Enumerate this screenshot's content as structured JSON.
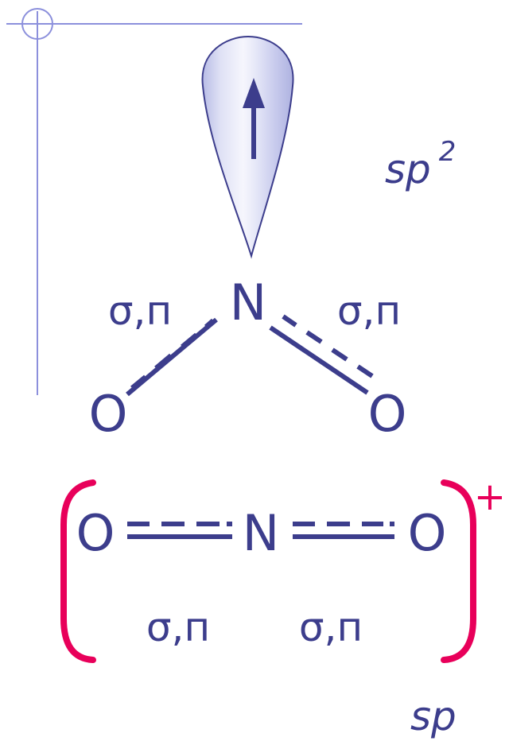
{
  "molecule_top": {
    "central_atom": "N",
    "left_atom": "O",
    "right_atom": "O",
    "left_bond_label": "σ,п",
    "right_bond_label": "σ,п",
    "hybridization": "sp",
    "hybridization_superscript": "2"
  },
  "ion_bottom": {
    "central_atom": "N",
    "left_atom": "O",
    "right_atom": "O",
    "left_bond_label": "σ,п",
    "right_bond_label": "σ,п",
    "charge": "+",
    "hybridization": "sp"
  },
  "colors": {
    "ink": "#3c3d8c",
    "bracket": "#e8005a",
    "guide_line": "#8c90dc",
    "orbital_fill_light": "#f4f4fc",
    "orbital_fill_dark": "#b8bce6"
  }
}
